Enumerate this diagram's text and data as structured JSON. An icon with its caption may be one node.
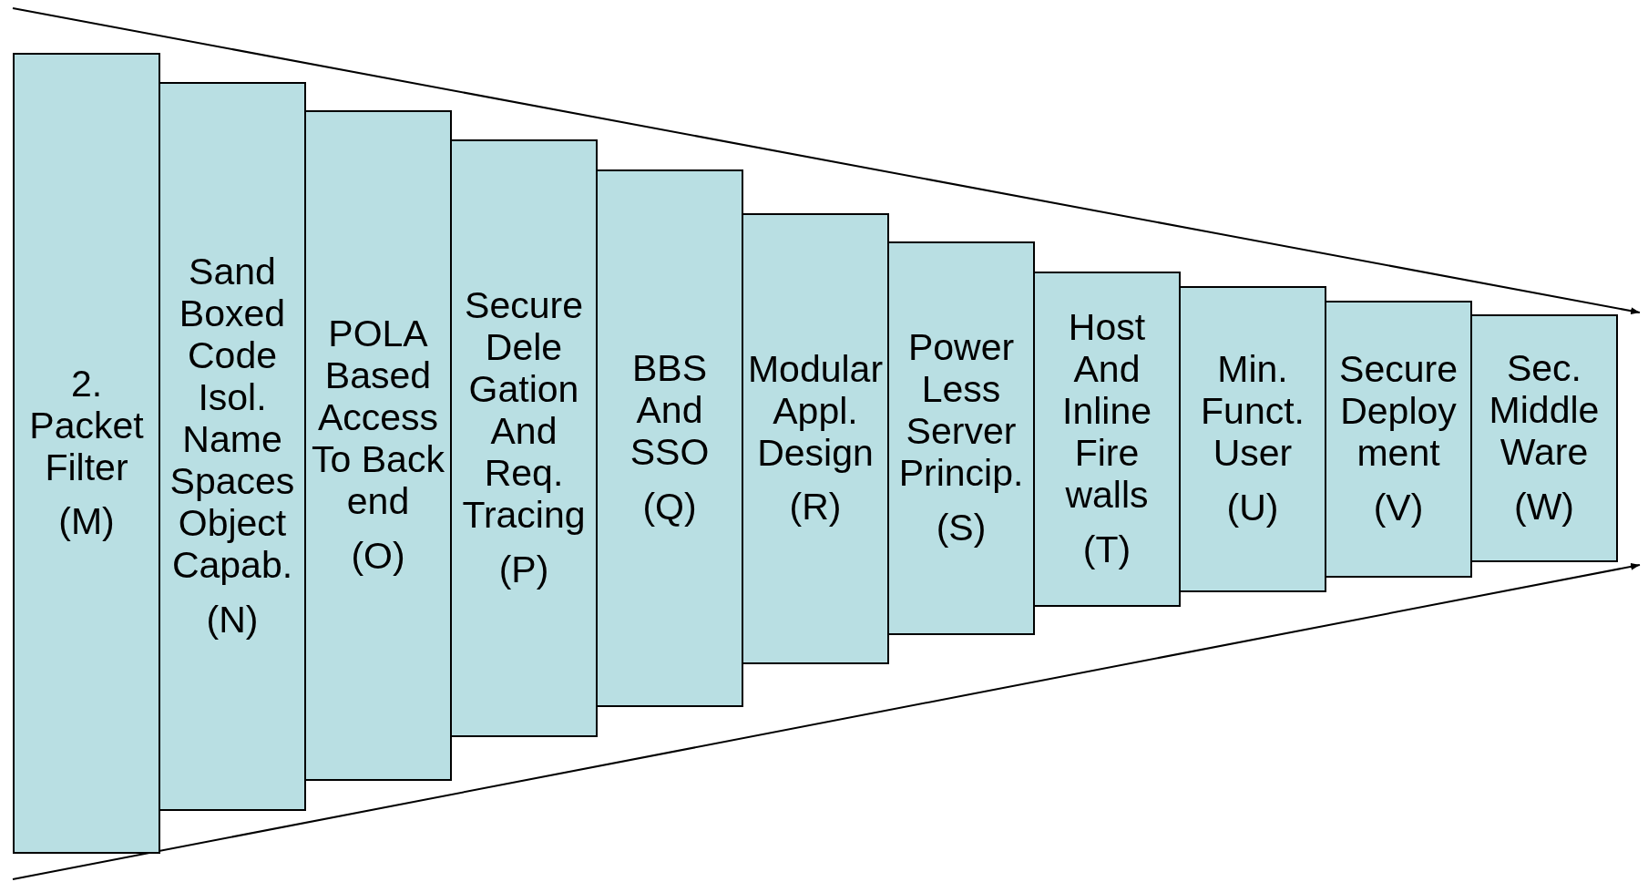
{
  "diagram": {
    "nodes": [
      {
        "text": [
          "2. Packet Filter",
          "(M)"
        ]
      },
      {
        "text": [
          "Sand Boxed Code Isol. Name Spaces Object Capab.",
          "(N)"
        ]
      },
      {
        "text": [
          "POLA Based Access To Back end",
          "(O)"
        ]
      },
      {
        "text": [
          "Secure Dele Gation And Req. Tracing",
          "(P)"
        ]
      },
      {
        "text": [
          "BBS And SSO",
          "(Q)"
        ]
      },
      {
        "text": [
          "Modular Appl. Design",
          "(R)"
        ]
      },
      {
        "text": [
          "Power Less Server Princip.",
          "(S)"
        ]
      },
      {
        "text": [
          "Host And Inline Fire walls",
          "(T)"
        ]
      },
      {
        "text": [
          "Min. Funct. User",
          "(U)"
        ]
      },
      {
        "text": [
          "Secure Deploy ment",
          "(V)"
        ]
      },
      {
        "text": [
          "Sec. Middle Ware",
          "(W)"
        ]
      }
    ],
    "edges": []
  }
}
